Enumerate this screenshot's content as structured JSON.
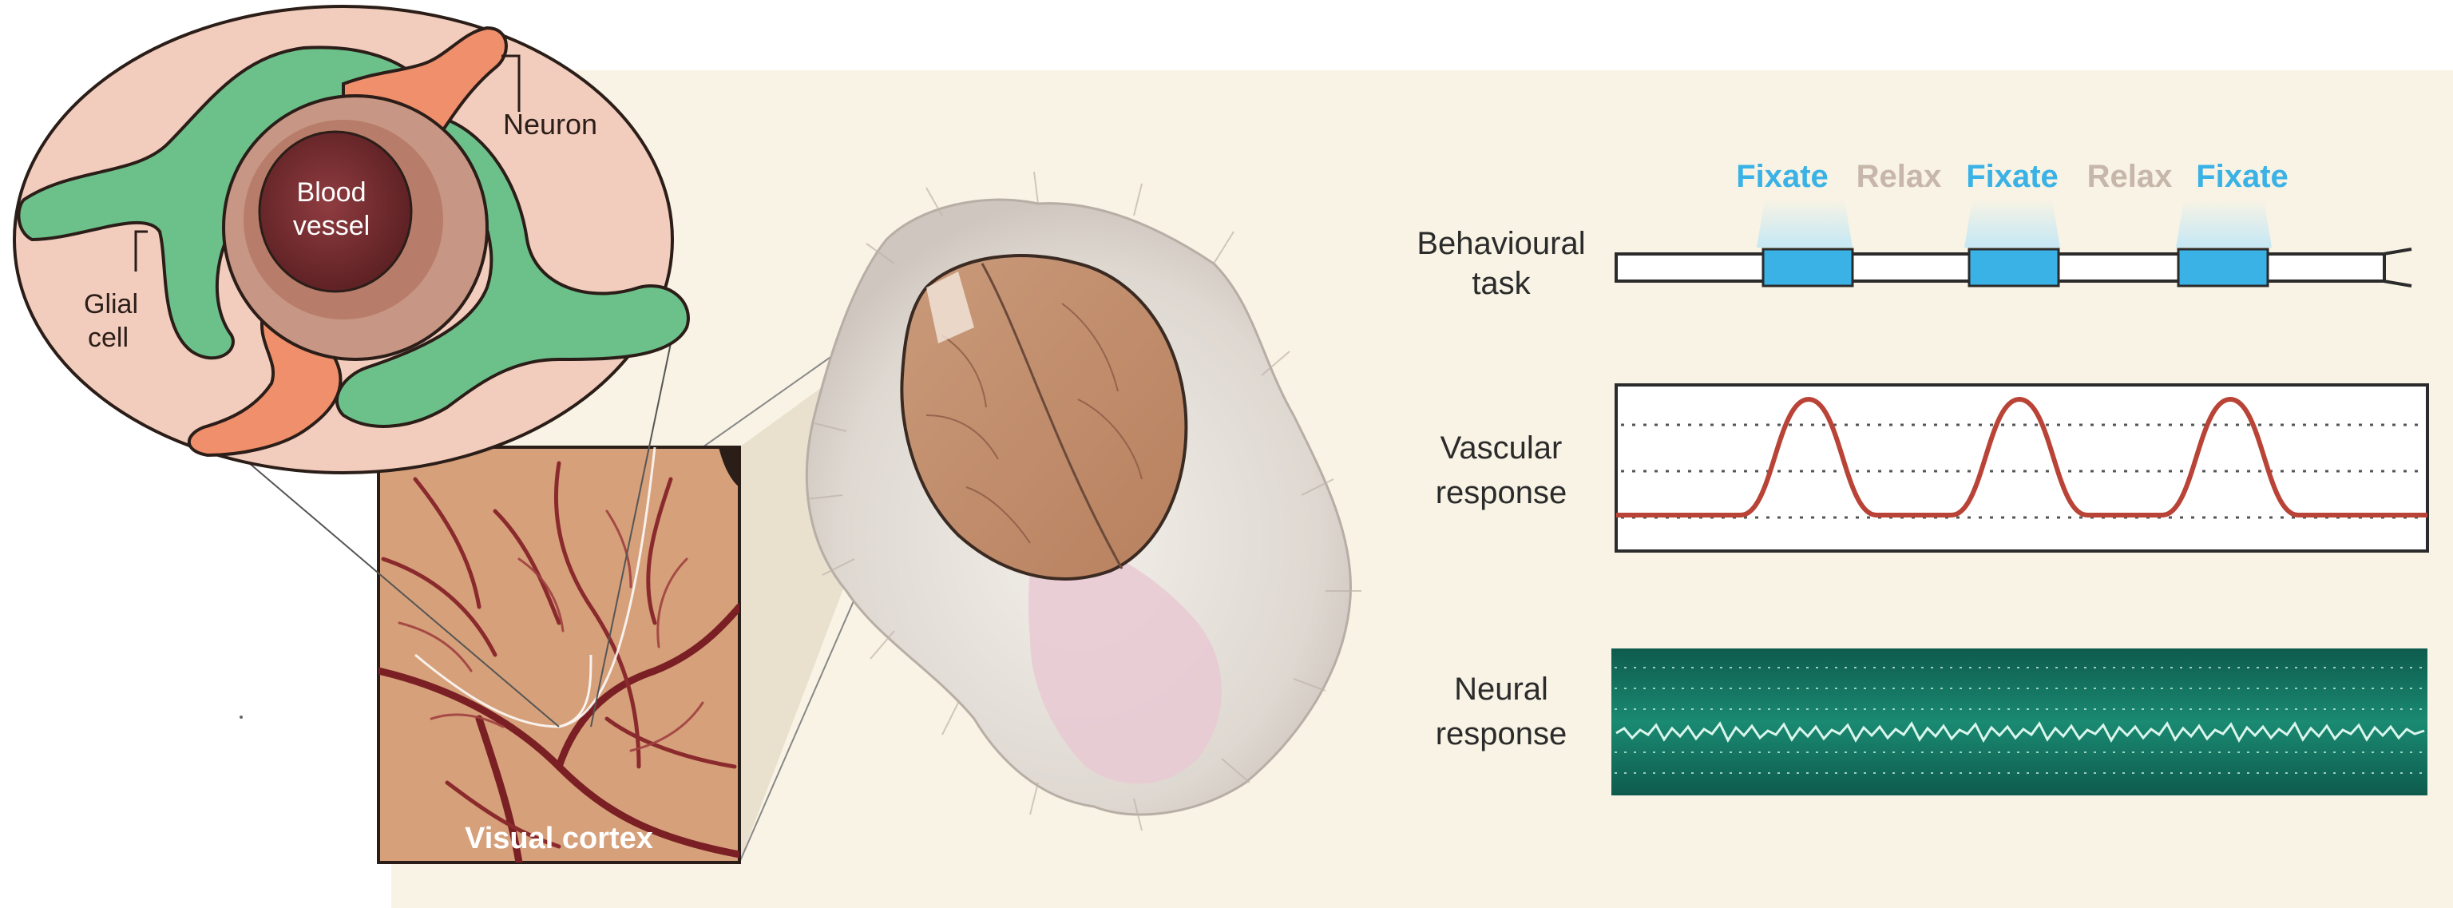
{
  "labels": {
    "neuron": "Neuron",
    "blood_vessel_line1": "Blood",
    "blood_vessel_line2": "vessel",
    "glial_line1": "Glial",
    "glial_line2": "cell",
    "visual_cortex": "Visual cortex"
  },
  "task_phases": [
    "Fixate",
    "Relax",
    "Fixate",
    "Relax",
    "Fixate"
  ],
  "rows": {
    "behavioural": [
      "Behavioural",
      "task"
    ],
    "vascular": [
      "Vascular",
      "response"
    ],
    "neural": [
      "Neural",
      "response"
    ]
  },
  "colors": {
    "panel_bg": "#f8f3e4",
    "glia": "#6cc08a",
    "neuron": "#f08f6c",
    "vessel": "#7a3336",
    "fixate": "#3ab2e6",
    "relax": "#c7b7ab",
    "vascular_line": "#b94336",
    "neural_bg": "#13735f"
  }
}
